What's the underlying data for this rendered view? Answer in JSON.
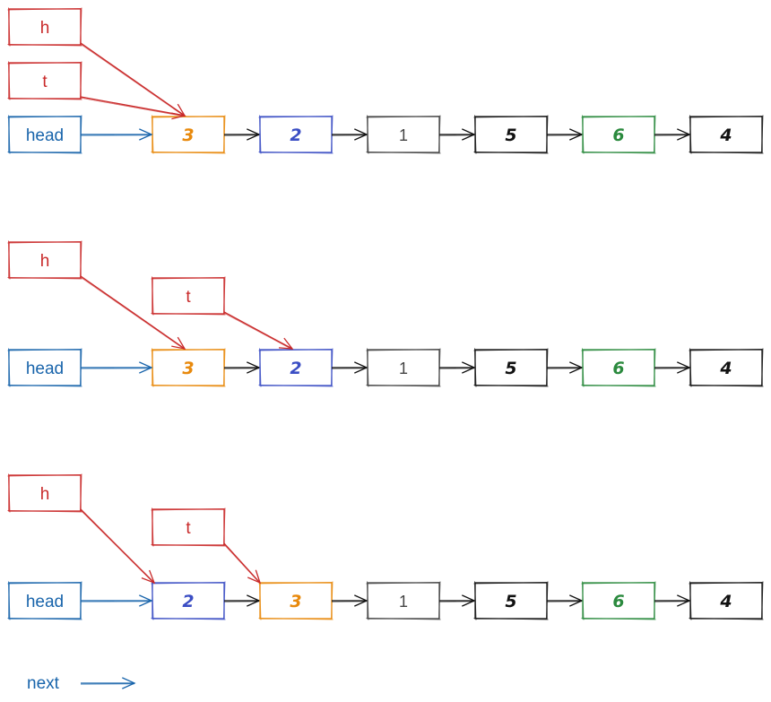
{
  "colors": {
    "red": "#c92a2a",
    "blue": "#1864ab",
    "orange": "#e8890c",
    "indigo": "#3b4ec4",
    "gray": "#444444",
    "black": "#111111",
    "green": "#2b8a3e"
  },
  "panels": [
    {
      "pointers": [
        {
          "label": "h",
          "color": "red",
          "target": 0
        },
        {
          "label": "t",
          "color": "red",
          "target": 0
        },
        {
          "label": "head",
          "color": "blue",
          "target": 0
        }
      ],
      "nodes": [
        {
          "value": "3",
          "color": "orange"
        },
        {
          "value": "2",
          "color": "indigo"
        },
        {
          "value": "1",
          "color": "gray"
        },
        {
          "value": "5",
          "color": "black"
        },
        {
          "value": "6",
          "color": "green"
        },
        {
          "value": "4",
          "color": "black"
        }
      ]
    },
    {
      "pointers": [
        {
          "label": "h",
          "color": "red",
          "target": 0
        },
        {
          "label": "t",
          "color": "red",
          "target": 1
        },
        {
          "label": "head",
          "color": "blue",
          "target": 0
        }
      ],
      "nodes": [
        {
          "value": "3",
          "color": "orange"
        },
        {
          "value": "2",
          "color": "indigo"
        },
        {
          "value": "1",
          "color": "gray"
        },
        {
          "value": "5",
          "color": "black"
        },
        {
          "value": "6",
          "color": "green"
        },
        {
          "value": "4",
          "color": "black"
        }
      ]
    },
    {
      "pointers": [
        {
          "label": "h",
          "color": "red",
          "target": 0
        },
        {
          "label": "t",
          "color": "red",
          "target": 1
        },
        {
          "label": "head",
          "color": "blue",
          "target": 0
        }
      ],
      "nodes": [
        {
          "value": "2",
          "color": "indigo"
        },
        {
          "value": "3",
          "color": "orange"
        },
        {
          "value": "1",
          "color": "gray"
        },
        {
          "value": "5",
          "color": "black"
        },
        {
          "value": "6",
          "color": "green"
        },
        {
          "value": "4",
          "color": "black"
        }
      ]
    }
  ],
  "legend": {
    "label": "next",
    "color": "blue"
  }
}
